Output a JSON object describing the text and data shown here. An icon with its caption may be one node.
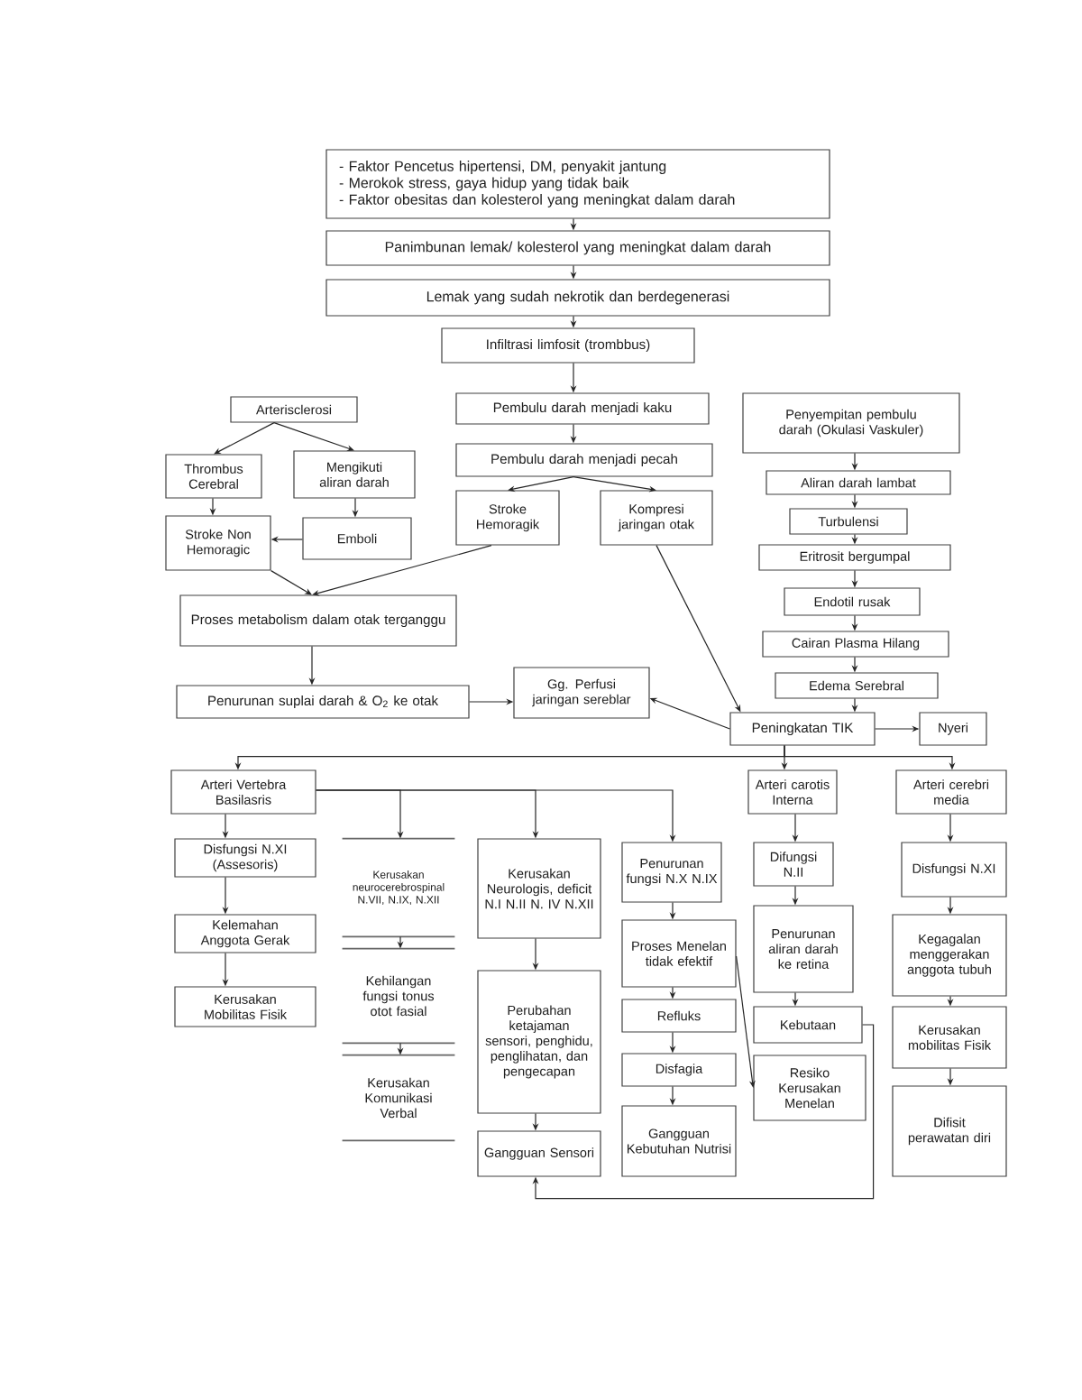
{
  "diagram": {
    "nodes": [
      {
        "text": [
          "- Faktor Pencetus hipertensi, DM, penyakit jantung",
          "- Merokok stress, gaya hidup yang tidak baik",
          "- Faktor obesitas dan kolesterol yang meningkat dalam darah"
        ]
      },
      {
        "text": [
          "Panimbunan lemak/ kolesterol yang meningkat dalam darah"
        ]
      },
      {
        "text": [
          "Lemak yang sudah nekrotik dan berdegenerasi"
        ]
      },
      {
        "text": [
          "Infiltrasi limfosit (trombbus)"
        ]
      },
      {
        "text": [
          "Arterisclerosi"
        ]
      },
      {
        "text": [
          "Pembulu darah menjadi kaku"
        ]
      },
      {
        "text": [
          "Penyempitan pembulu darah (Okulasi Vaskuler)"
        ]
      },
      {
        "text": [
          "Thrombus Cerebral"
        ]
      },
      {
        "text": [
          "Mengikuti aliran darah"
        ]
      },
      {
        "text": [
          "Pembulu darah menjadi pecah"
        ]
      },
      {
        "text": [
          "Aliran darah lambat"
        ]
      },
      {
        "text": [
          "Stroke Hemoragik"
        ]
      },
      {
        "text": [
          "Kompresi jaringan otak"
        ]
      },
      {
        "text": [
          "Turbulensi"
        ]
      },
      {
        "text": [
          "Stroke Non Hemoragic"
        ]
      },
      {
        "text": [
          "Emboli"
        ]
      },
      {
        "text": [
          "Eritrosit bergumpal"
        ]
      },
      {
        "text": [
          "Endotil rusak"
        ]
      },
      {
        "text": [
          "Proses metabolism dalam otak terganggu"
        ]
      },
      {
        "text": [
          "Cairan Plasma Hilang"
        ]
      },
      {
        "text": [
          "Edema Serebral"
        ]
      },
      {
        "text": [
          "Penurunan suplai darah & O$_{2}$ ke otak"
        ]
      },
      {
        "text": [
          "Gg. Perfusi jaringan sereblar"
        ]
      },
      {
        "text": [
          "Peningkatan TIK"
        ]
      },
      {
        "text": [
          "Nyeri"
        ]
      },
      {
        "text": [
          "Arteri Vertebra Basilasris"
        ]
      },
      {
        "text": [
          "Arteri carotis Interna"
        ]
      },
      {
        "text": [
          "Arteri cerebri media"
        ]
      },
      {
        "text": [
          "Disfungsi N.XI (Assesoris)"
        ]
      },
      {
        "text": [
          "Kerusakan neurocerebrospinal N.VII, N.IX, N.XII"
        ]
      },
      {
        "text": [
          "Kerusakan Neurologis, deficit N.I N.II N. IV N.XII"
        ]
      },
      {
        "text": [
          "Penurunan fungsi N.X N.IX"
        ]
      },
      {
        "text": [
          "Difungsi N.II"
        ]
      },
      {
        "text": [
          "Disfungsi N.XI"
        ]
      },
      {
        "text": [
          "Kelemahan Anggota Gerak"
        ]
      },
      {
        "text": [
          "Proses Menelan tidak efektif"
        ]
      },
      {
        "text": [
          "Penurunan aliran darah ke retina"
        ]
      },
      {
        "text": [
          "Kegagalan menggerakan anggota tubuh"
        ]
      },
      {
        "text": [
          "Kerusakan Mobilitas Fisik"
        ]
      },
      {
        "text": [
          "Kehilangan fungsi tonus otot fasial"
        ]
      },
      {
        "text": [
          "Perubahan ketajaman sensori, penghidu, penglihatan, dan pengecapan"
        ]
      },
      {
        "text": [
          "Refluks"
        ]
      },
      {
        "text": [
          "Kebutaan"
        ]
      },
      {
        "text": [
          "Kerusakan mobilitas Fisik"
        ]
      },
      {
        "text": [
          "Disfagia"
        ]
      },
      {
        "text": [
          "Resiko Kerusakan Menelan"
        ]
      },
      {
        "text": [
          "Kerusakan Komunikasi Verbal"
        ]
      },
      {
        "text": [
          "Gangguan Kebutuhan Nutrisi"
        ]
      },
      {
        "text": [
          "Difisit perawatan diri"
        ]
      },
      {
        "text": [
          "Gangguan Sensori"
        ]
      }
    ],
    "edges": [
      {
        "from": 0,
        "to": 1,
        "arrow": "to"
      },
      {
        "from": 1,
        "to": 2,
        "arrow": "to"
      },
      {
        "from": 2,
        "to": 3,
        "arrow": "to"
      },
      {
        "from": 3,
        "to": 5,
        "arrow": "to"
      },
      {
        "from": 5,
        "to": 9,
        "arrow": "to"
      },
      {
        "from": 9,
        "to": 11,
        "arrow": "to"
      },
      {
        "from": 9,
        "to": 12,
        "arrow": "to"
      },
      {
        "from": 4,
        "to": 7,
        "arrow": "to"
      },
      {
        "from": 4,
        "to": 8,
        "arrow": "to"
      },
      {
        "from": 7,
        "to": 14,
        "arrow": "to"
      },
      {
        "from": 8,
        "to": 15,
        "arrow": "to"
      },
      {
        "from": 15,
        "to": 14,
        "arrow": "to"
      },
      {
        "from": 14,
        "to": 18,
        "arrow": "to"
      },
      {
        "from": 11,
        "to": 18,
        "arrow": "to"
      },
      {
        "from": 18,
        "to": 21,
        "arrow": "to"
      },
      {
        "from": 21,
        "to": 22,
        "arrow": "to"
      },
      {
        "from": 12,
        "to": 23,
        "arrow": "to"
      },
      {
        "from": 23,
        "to": 22,
        "arrow": "to"
      },
      {
        "from": 6,
        "to": 10,
        "arrow": "to"
      },
      {
        "from": 10,
        "to": 13,
        "arrow": "to"
      },
      {
        "from": 13,
        "to": 16,
        "arrow": "to"
      },
      {
        "from": 16,
        "to": 17,
        "arrow": "to"
      },
      {
        "from": 17,
        "to": 19,
        "arrow": "to"
      },
      {
        "from": 19,
        "to": 20,
        "arrow": "to"
      },
      {
        "from": 20,
        "to": 23,
        "arrow": "to"
      },
      {
        "from": 23,
        "to": 24,
        "arrow": "to"
      },
      {
        "from": 23,
        "to": 25,
        "arrow": "to"
      },
      {
        "from": 23,
        "to": 26,
        "arrow": "to"
      },
      {
        "from": 23,
        "to": 27,
        "arrow": "to"
      },
      {
        "from": 25,
        "to": 28,
        "arrow": "to"
      },
      {
        "from": 25,
        "to": 29,
        "arrow": "to"
      },
      {
        "from": 25,
        "to": 30,
        "arrow": "to"
      },
      {
        "from": 25,
        "to": 31,
        "arrow": "to"
      },
      {
        "from": 28,
        "to": 34,
        "arrow": "to"
      },
      {
        "from": 34,
        "to": 38,
        "arrow": "to"
      },
      {
        "from": 29,
        "to": 39,
        "arrow": "to"
      },
      {
        "from": 39,
        "to": 46,
        "arrow": "to"
      },
      {
        "from": 30,
        "to": 40,
        "arrow": "to"
      },
      {
        "from": 40,
        "to": 49,
        "arrow": "to"
      },
      {
        "from": 31,
        "to": 35,
        "arrow": "to"
      },
      {
        "from": 35,
        "to": 41,
        "arrow": "to"
      },
      {
        "from": 41,
        "to": 44,
        "arrow": "to"
      },
      {
        "from": 44,
        "to": 47,
        "arrow": "to"
      },
      {
        "from": 35,
        "to": 45,
        "arrow": "to"
      },
      {
        "from": 26,
        "to": 32,
        "arrow": "to"
      },
      {
        "from": 32,
        "to": 36,
        "arrow": "to"
      },
      {
        "from": 36,
        "to": 42,
        "arrow": "to"
      },
      {
        "from": 42,
        "to": 49,
        "arrow": "to"
      },
      {
        "from": 27,
        "to": 33,
        "arrow": "to"
      },
      {
        "from": 33,
        "to": 37,
        "arrow": "to"
      },
      {
        "from": 37,
        "to": 43,
        "arrow": "to"
      },
      {
        "from": 43,
        "to": 48,
        "arrow": "to"
      }
    ]
  }
}
